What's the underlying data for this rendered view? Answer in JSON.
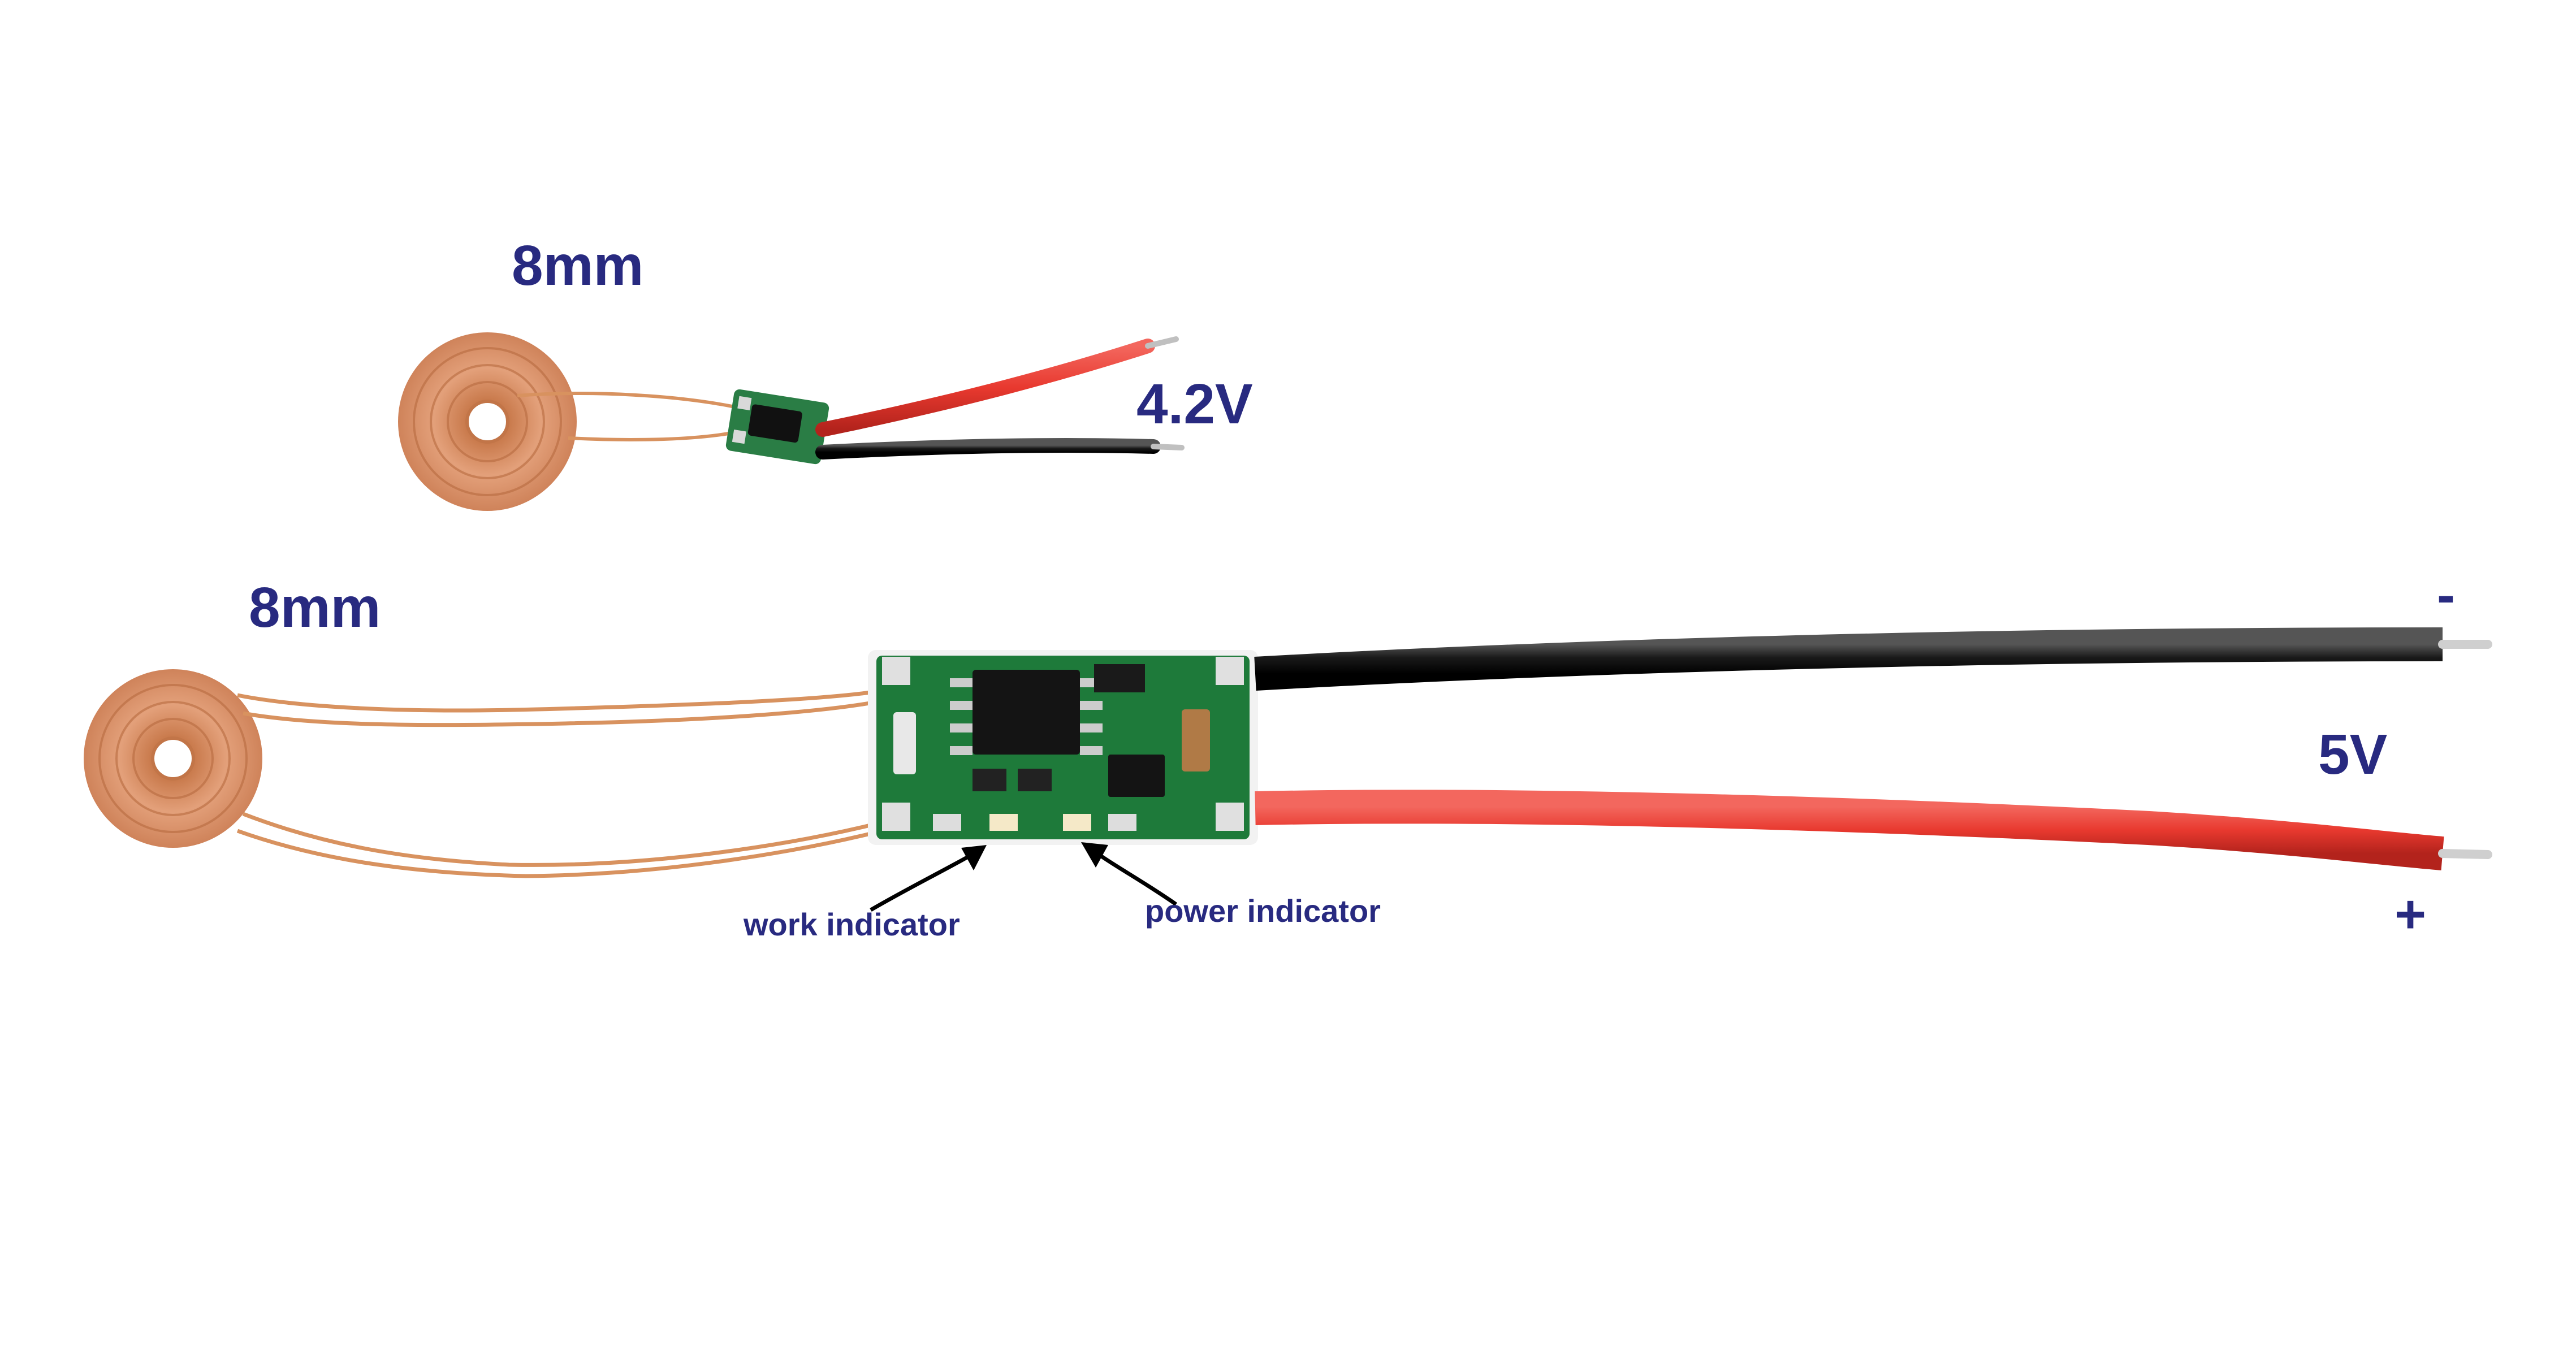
{
  "labels": {
    "top_module_size": "8mm",
    "top_module_voltage": "4.2V",
    "bottom_module_size": "8mm",
    "bottom_module_voltage": "5V",
    "negative_terminal": "-",
    "positive_terminal": "+",
    "work_indicator": "work indicator",
    "power_indicator": "power indicator"
  },
  "colors": {
    "label_text": "#282a80",
    "coil_copper": "#d98a5a",
    "pcb_green": "#1e7a3a",
    "wire_red": "#e8392f",
    "wire_black": "#1a1a1a",
    "background": "#ffffff"
  }
}
